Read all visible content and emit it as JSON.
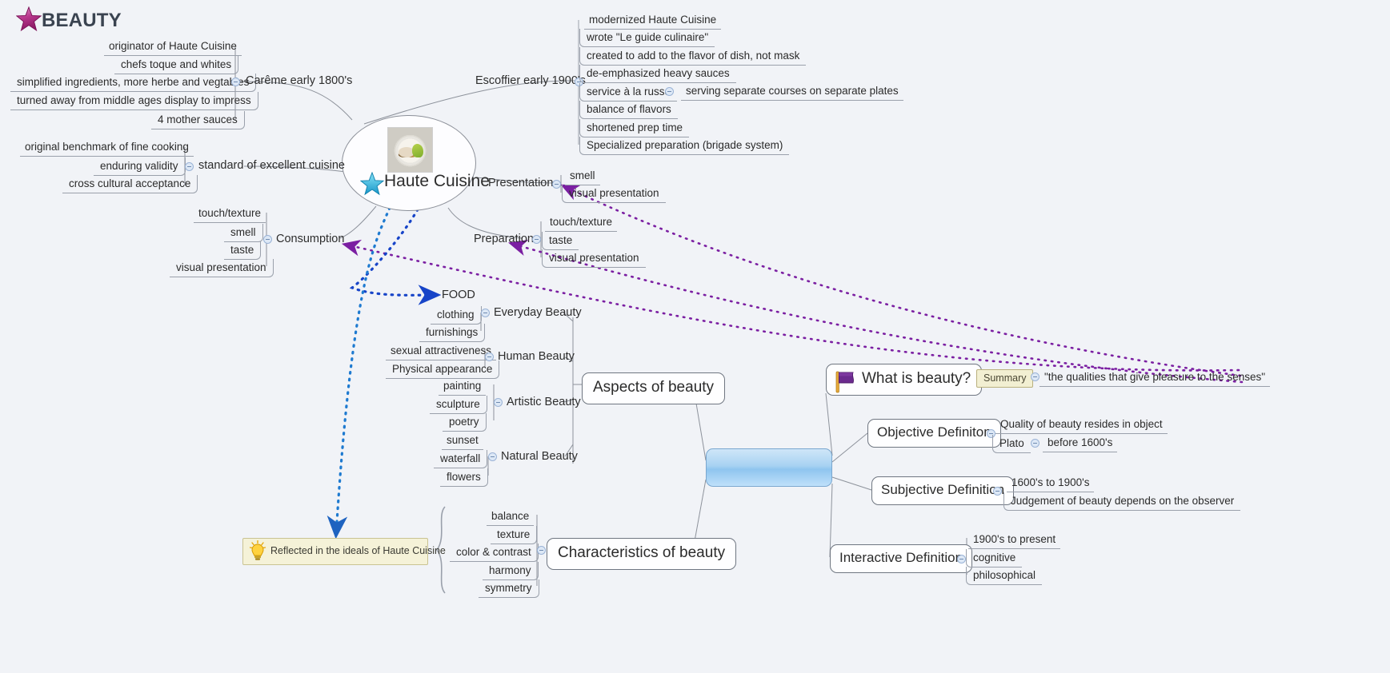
{
  "map": {
    "background": "#f1f3f7",
    "accent_blue": "#8fc5ef",
    "accent_purple": "#7b1fa2",
    "relation_blue": "#1744c8",
    "relation_lightblue": "#2d86d0"
  },
  "haute_cuisine": {
    "label": "Haute Cuisine",
    "star_icon": "star-icon",
    "image_icon": "plated-food-image",
    "branches": [
      {
        "label": "Carême early 1800's",
        "children": [
          "originator of Haute Cuisine",
          "chefs toque and whites",
          "simplified ingredients, more herbe and vegtables",
          "turned away from middle ages display to impress",
          "4 mother sauces"
        ]
      },
      {
        "label": "standard of excellent cuisine",
        "children": [
          "original benchmark of fine cooking",
          "enduring validity",
          "cross cultural acceptance"
        ]
      },
      {
        "label": "Escoffier early 1900's",
        "children": [
          "modernized Haute Cuisine",
          "wrote \"Le guide culinaire\"",
          "created to add to the flavor of dish, not mask",
          "de-emphasized heavy sauces",
          "service à la russe",
          "balance of flavors",
          "shortened prep time",
          "Specialized preparation (brigade system)"
        ],
        "sub": {
          "parent": "service à la russe",
          "child": "serving separate courses on separate plates"
        }
      },
      {
        "label": "Presentation",
        "children": [
          "smell",
          "visual presentation"
        ]
      },
      {
        "label": "Preparation",
        "children": [
          "touch/texture",
          "taste",
          "visual presentation"
        ]
      },
      {
        "label": "Consumption",
        "children": [
          "touch/texture",
          "smell",
          "taste",
          "visual presentation"
        ]
      }
    ]
  },
  "relations": {
    "food_label": "FOOD"
  },
  "beauty": {
    "label": "BEAUTY",
    "star_icon": "star-icon",
    "what_is_beauty": {
      "label": "What is beauty?",
      "flag_icon": "flag-icon",
      "summary_label": "Summary",
      "summary_text": "\"the qualities that give pleasure to the senses\""
    },
    "aspects": {
      "label": "Aspects of beauty",
      "groups": [
        {
          "label": "Everyday Beauty",
          "children": [
            "FOOD",
            "clothing",
            "furnishings"
          ]
        },
        {
          "label": "Human Beauty",
          "children": [
            "sexual attractiveness",
            "Physical appearance"
          ]
        },
        {
          "label": "Artistic Beauty",
          "children": [
            "painting",
            "sculpture",
            "poetry"
          ]
        },
        {
          "label": "Natural Beauty",
          "children": [
            "sunset",
            "waterfall",
            "flowers"
          ]
        }
      ]
    },
    "characteristics": {
      "label": "Characteristics of beauty",
      "children": [
        "balance",
        "texture",
        "color & contrast",
        "harmony",
        "symmetry"
      ],
      "note": "Reflected in the ideals of Haute Cuisine",
      "note_icon": "lightbulb-icon"
    },
    "definitions": [
      {
        "label": "Objective Definiton",
        "children": [
          "Quality of beauty resides in object",
          "Plato"
        ],
        "sub": {
          "parent": "Plato",
          "child": "before 1600's"
        }
      },
      {
        "label": "Subjective Definition",
        "children": [
          "1600's to 1900's",
          "Judgement of beauty depends on the observer"
        ]
      },
      {
        "label": "Interactive Definition",
        "children": [
          "1900's to present",
          "cognitive",
          "philosophical"
        ]
      }
    ]
  }
}
